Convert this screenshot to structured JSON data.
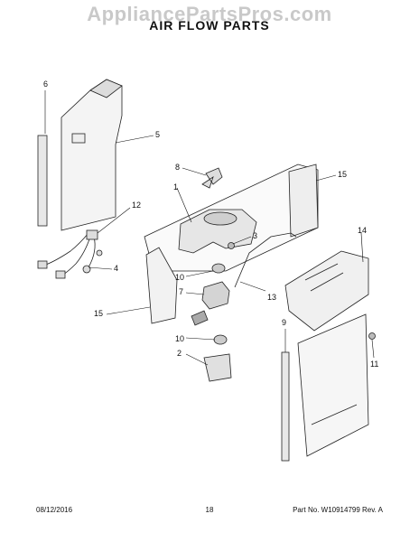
{
  "watermark": "AppliancePartsPros.com",
  "title": "AIR FLOW PARTS",
  "callouts": [
    "6",
    "5",
    "8",
    "1",
    "15",
    "12",
    "3",
    "4",
    "10",
    "7",
    "13",
    "14",
    "15",
    "9",
    "10",
    "2",
    "11"
  ],
  "footer": {
    "date": "08/12/2016",
    "page": "18",
    "part": "Part No. W10914799  Rev. A"
  }
}
